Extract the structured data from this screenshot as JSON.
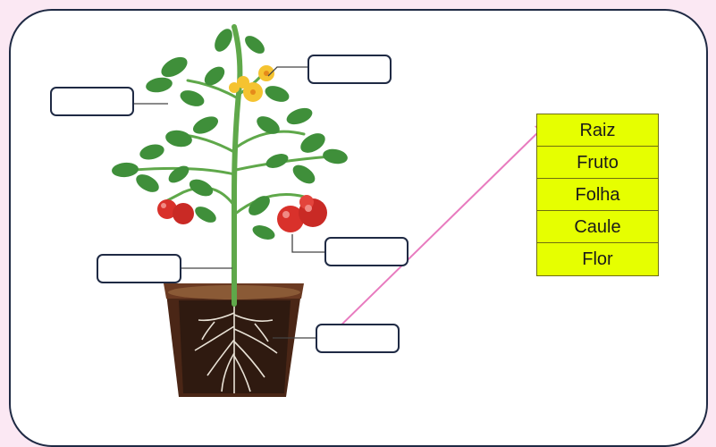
{
  "word_bank": {
    "items": [
      "Raiz",
      "Fruto",
      "Folha",
      "Caule",
      "Flor"
    ]
  },
  "answer_boxes": [
    {
      "id": "flower",
      "value": ""
    },
    {
      "id": "leaf",
      "value": ""
    },
    {
      "id": "fruit",
      "value": ""
    },
    {
      "id": "stem",
      "value": ""
    },
    {
      "id": "root",
      "value": ""
    }
  ],
  "colors": {
    "background": "#fbe8f3",
    "frame_border": "#1f2a44",
    "word_bank_fill": "#e6ff00",
    "arrow": "#e87bbf",
    "leaf": "#3f8f3a",
    "tomato": "#d9312b",
    "flower": "#f5c330",
    "soil": "#3b2416",
    "pot": "#5a2f1b"
  },
  "icons": [
    "tomato-plant-illustration",
    "pot-icon",
    "arrow"
  ]
}
